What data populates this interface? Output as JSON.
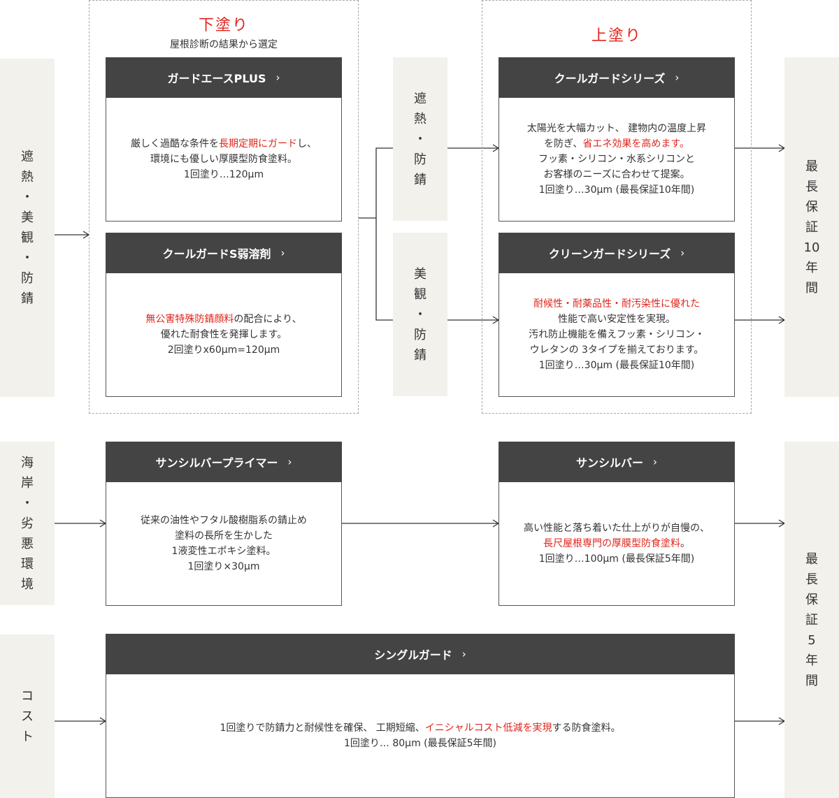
{
  "colors": {
    "accent": "#e0241c",
    "header_bg": "#444444",
    "sidebar_bg": "#f2f1ec",
    "border": "#555555"
  },
  "icons": {
    "link_arrow": "chevron-right-icon",
    "connector": "arrow-right-icon"
  },
  "phases": {
    "undercoat": {
      "title": "下塗り",
      "subtitle": "屋根診断の結果から選定"
    },
    "topcoat": {
      "title": "上塗り"
    }
  },
  "categories": {
    "heat_beauty_rust": "遮熱・美観・防錆",
    "coastal": "海岸・劣悪環境",
    "cost": "コスト"
  },
  "branches": {
    "heat_rust": "遮熱・防錆",
    "beauty_rust": "美観・防錆"
  },
  "guarantees": {
    "ten_years": "最長保証10年間",
    "five_years": "最長保証5年間"
  },
  "products": {
    "guard_ace": {
      "name": "ガードエースPLUS",
      "line1_pre": "厳しく過酷な条件を",
      "line1_red": "長期定期にガード",
      "line1_post": "し、",
      "line2": "環境にも優しい厚膜型防食塗料。",
      "line3": "1回塗り…120μm"
    },
    "coolguard_s": {
      "name": "クールガードS弱溶剤",
      "line1_red": "無公害特殊防錆顔料",
      "line1_post": "の配合により、",
      "line2": "優れた耐食性を発揮します。",
      "line3": "2回塗りx60μm=120μm"
    },
    "coolguard_series": {
      "name": "クールガードシリーズ",
      "line1": "太陽光を大幅カット、 建物内の温度上昇",
      "line2_pre": "を防ぎ、",
      "line2_red": "省エネ効果を高めます。",
      "line3": "フッ素・シリコン・水系シリコンと",
      "line4": "お客様のニーズに合わせて提案。",
      "line5": "1回塗り…30μm (最長保証10年間)"
    },
    "cleanguard_series": {
      "name": "クリーンガードシリーズ",
      "line1_red": "耐候性・耐薬品性・耐汚染性に優れた",
      "line2": "性能で高い安定性を実現。",
      "line3": "汚れ防止機能を備えフッ素・シリコン・",
      "line4": "ウレタンの 3タイプを揃えております。",
      "line5": "1回塗り…30μm (最長保証10年間)"
    },
    "sunsilver_primer": {
      "name": "サンシルバープライマー",
      "line1": "従来の油性やフタル酸樹脂系の錆止め",
      "line2": "塗料の長所を生かした",
      "line3": "1液変性エポキシ塗料。",
      "line4": "1回塗り×30μm"
    },
    "sunsilver": {
      "name": "サンシルバー",
      "line1": "高い性能と落ち着いた仕上がりが自慢の、",
      "line2_red": "長尺屋根専門の厚膜型防食塗料",
      "line2_post": "。",
      "line3": "1回塗り…100μm (最長保証5年間)"
    },
    "shingle_guard": {
      "name": "シングルガード",
      "line1_pre": "1回塗りで防錆力と耐候性を確保、 工期短縮、",
      "line1_red": "イニシャルコスト低減を実現",
      "line1_post": "する防食塗料。",
      "line2": "1回塗り… 80μm (最長保証5年間)"
    }
  }
}
